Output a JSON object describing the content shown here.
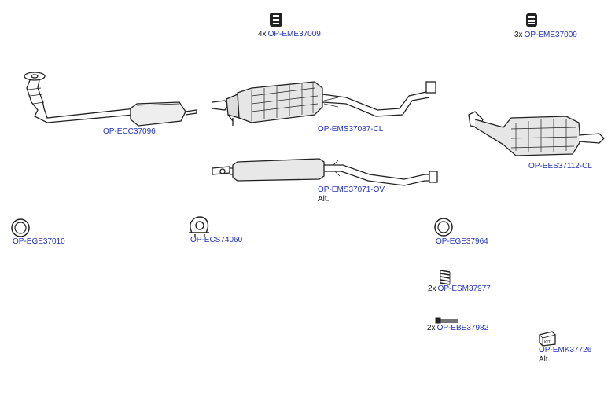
{
  "parts": {
    "eme_top": {
      "qty": "4x",
      "code": "OP-EME37009"
    },
    "eme_right": {
      "qty": "3x",
      "code": "OP-EME37009"
    },
    "ecc": {
      "code": "OP-ECC37096"
    },
    "ems_cl": {
      "code": "OP-EMS37087-CL"
    },
    "ees": {
      "code": "OP-EES37112-CL"
    },
    "ems_ov": {
      "code": "OP-EMS37071-OV",
      "note": "Alt."
    },
    "ege_left": {
      "code": "OP-EGE37010"
    },
    "ecs": {
      "code": "OP-ECS74060"
    },
    "ege_right": {
      "code": "OP-EGE37964"
    },
    "esm": {
      "qty": "2x",
      "code": "OP-ESM37977"
    },
    "ebe": {
      "qty": "2x",
      "code": "OP-EBE37982"
    },
    "emk": {
      "code": "OP-EMK37726",
      "note": "Alt.",
      "icon_text": "KIT"
    }
  },
  "colors": {
    "link": "#2233bb",
    "line": "#222222",
    "shade": "#888888"
  }
}
